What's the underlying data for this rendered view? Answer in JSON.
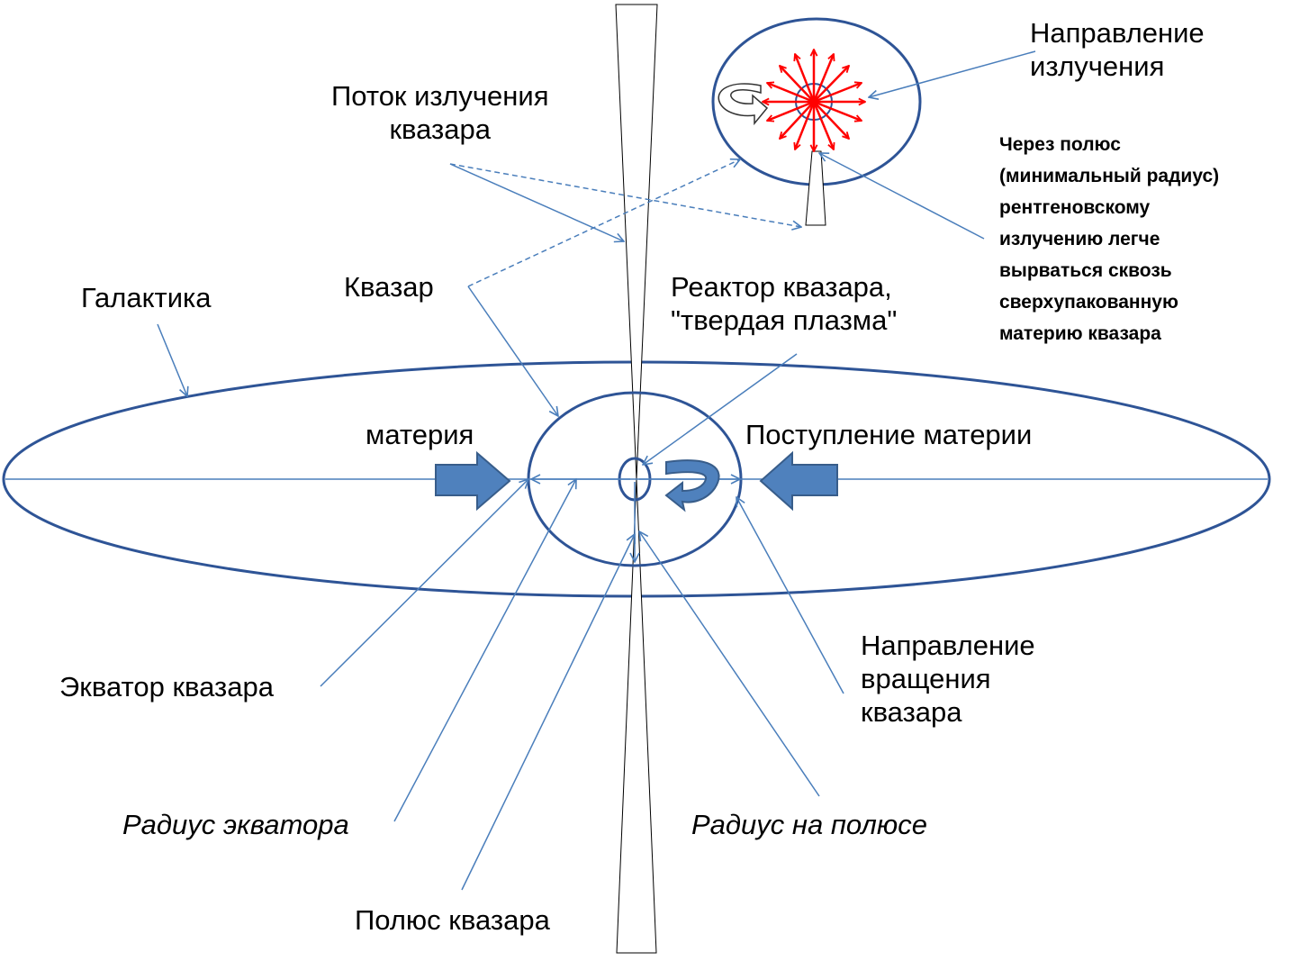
{
  "labels": {
    "radiation_direction": "Направление\nизлучения",
    "radiation_flow": "Поток излучения\nквазара",
    "pole_note": "Через полюс\n(минимальный радиус)\nрентгеновскому\nизлучению легче\nвырваться сквозь\nсверхупакованную\nматерию квазара",
    "galaxy": "Галактика",
    "quasar": "Квазар",
    "reactor": "Реактор квазара,\n\"твердая плазма\"",
    "matter": "материя",
    "matter_inflow": "Поступление  материи",
    "equator": "Экватор квазара",
    "rotation_direction": "Направление\nвращения\nквазара",
    "equator_radius": "Радиус экватора",
    "pole_radius": "Радиус на полюсе",
    "pole": "Полюс квазара"
  },
  "colors": {
    "outline": "#2e5496",
    "leader": "#4a7ebb",
    "arrow_fill": "#4f81bd",
    "arrow_edge": "#385d8a",
    "radiation": "#ff0000"
  }
}
